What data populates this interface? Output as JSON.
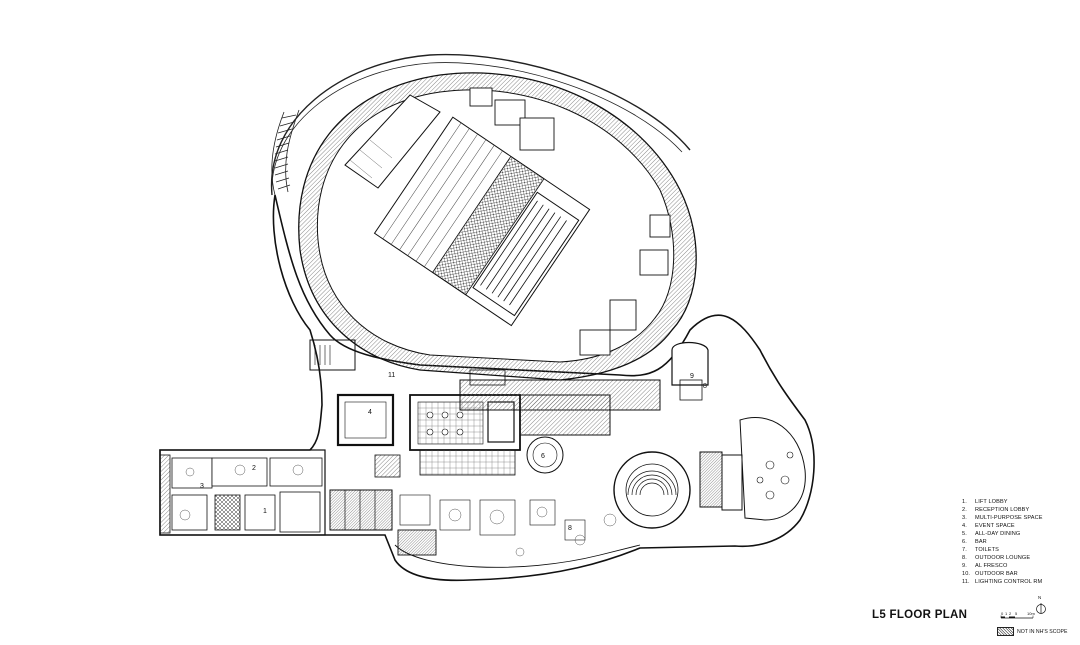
{
  "plan_title": "L5 FLOOR PLAN",
  "legend": [
    {
      "num": "1.",
      "label": "LIFT LOBBY"
    },
    {
      "num": "2.",
      "label": "RECEPTION LOBBY"
    },
    {
      "num": "3.",
      "label": "MULTI-PURPOSE SPACE"
    },
    {
      "num": "4.",
      "label": "EVENT SPACE"
    },
    {
      "num": "5.",
      "label": "ALL-DAY DINING"
    },
    {
      "num": "6.",
      "label": "BAR"
    },
    {
      "num": "7.",
      "label": "TOILETS"
    },
    {
      "num": "8.",
      "label": "OUTDOOR LOUNGE"
    },
    {
      "num": "9.",
      "label": "AL FRESCO"
    },
    {
      "num": "10.",
      "label": "OUTDOOR BAR"
    },
    {
      "num": "11.",
      "label": "LIGHTING CONTROL RM"
    }
  ],
  "scope_note": "NOT IN NH'S SCOPE",
  "north_label": "N",
  "scale_labels": {
    "zero": "0",
    "one": "1",
    "two": "2",
    "five": "5",
    "ten": "10m"
  },
  "room_tags": {
    "r1": "1",
    "r2": "2",
    "r3": "3",
    "r4": "4",
    "r6": "6",
    "r8a": "8",
    "r8b": "8",
    "r9": "9",
    "r11": "11"
  },
  "colors": {
    "ink": "#111111",
    "hatch": "#555555",
    "paper": "#ffffff"
  }
}
